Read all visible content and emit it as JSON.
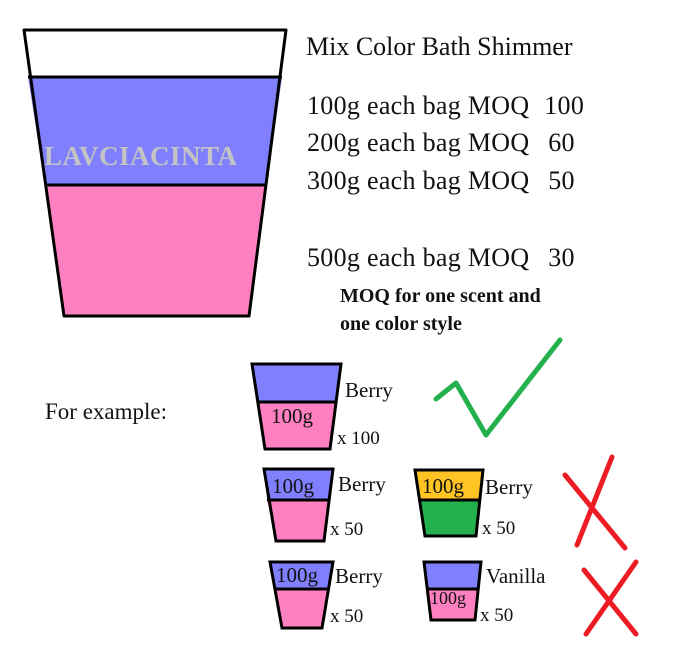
{
  "title": "Mix Color Bath Shimmer",
  "brand_watermark": "LAVCIACINTA",
  "moq_list": [
    {
      "size": "100g",
      "text": "100g each bag MOQ",
      "moq": "100"
    },
    {
      "size": "200g",
      "text": "200g each bag MOQ",
      "moq": "60"
    },
    {
      "size": "300g",
      "text": "300g each bag MOQ",
      "moq": "50"
    },
    {
      "size": "500g",
      "text": "500g each bag MOQ",
      "moq": "30"
    }
  ],
  "note": {
    "line1": "MOQ for one scent and",
    "line2": "one color style"
  },
  "example_label": "For example:",
  "colors": {
    "blue": "#8080ff",
    "pink": "#ff80c0",
    "yellow": "#ffc423",
    "green": "#22b14c",
    "check_green": "#22b14c",
    "cross_red": "#ed1c24",
    "outline": "#000000"
  },
  "examples": [
    {
      "id": "ex1",
      "cup_text": "100g",
      "scent": "Berry",
      "qty": "x 100",
      "top_color": "blue",
      "bottom_color": "pink",
      "valid": true
    },
    {
      "id": "ex2",
      "cup_text": "100g",
      "scent": "Berry",
      "qty": "x 50",
      "top_color": "blue",
      "bottom_color": "pink"
    },
    {
      "id": "ex3",
      "cup_text": "100g",
      "scent": "Berry",
      "qty": "x 50",
      "top_color": "yellow",
      "bottom_color": "green",
      "valid": false
    },
    {
      "id": "ex4",
      "cup_text": "100g",
      "scent": "Berry",
      "qty": "x 50",
      "top_color": "blue",
      "bottom_color": "pink"
    },
    {
      "id": "ex5",
      "cup_text": "100g",
      "scent": "Vanilla",
      "qty": "x 50",
      "top_color": "blue",
      "bottom_color": "pink",
      "valid": false
    }
  ]
}
